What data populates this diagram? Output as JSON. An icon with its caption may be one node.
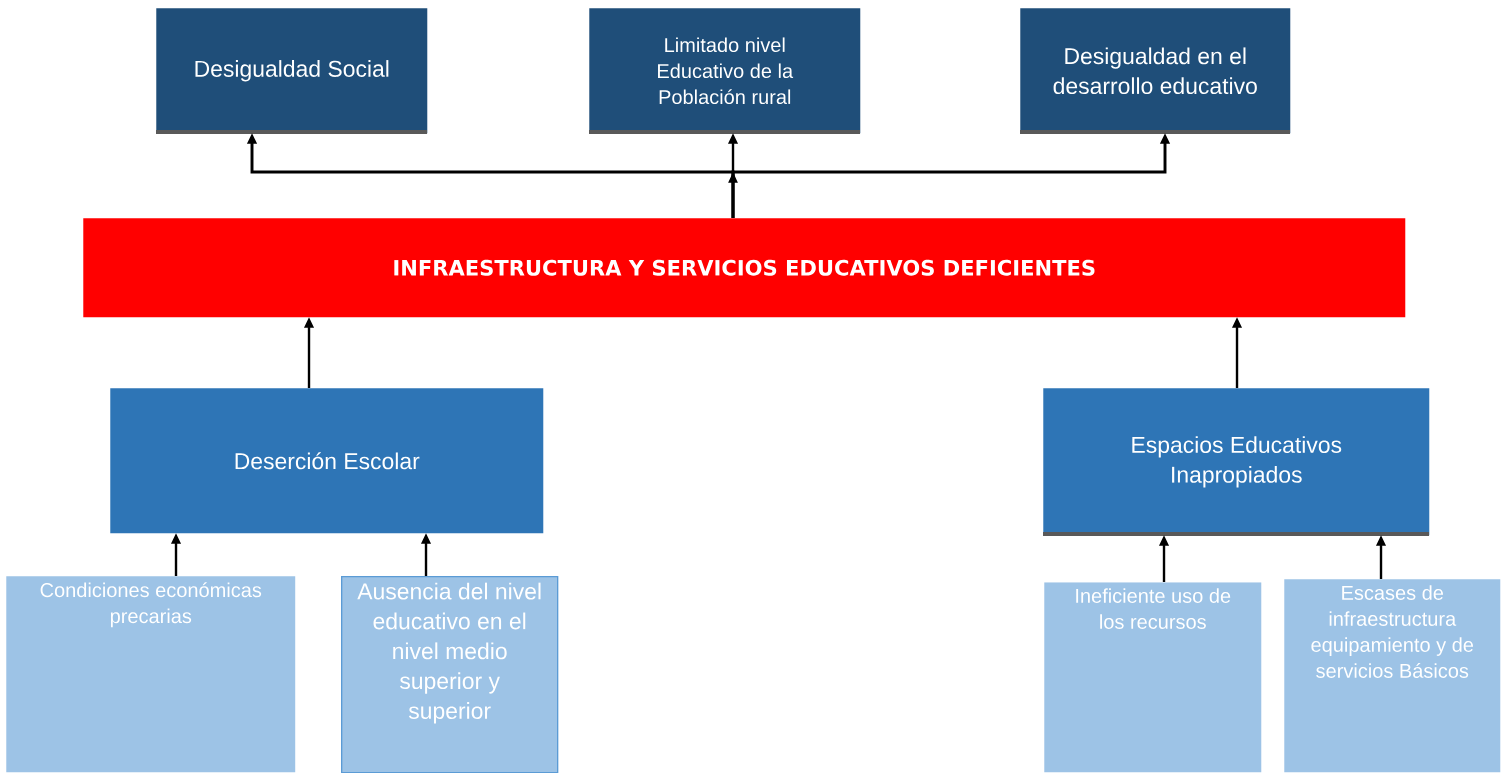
{
  "diagram": {
    "nodes": [
      {
        "text": [
          "Desigualdad Social"
        ]
      },
      {
        "text": [
          "Limitado nivel Educativo de la Población rural"
        ]
      },
      {
        "text": [
          "Desigualdad en el desarrollo educativo"
        ]
      },
      {
        "text": [
          "INFRAESTRUCTURA Y SERVICIOS EDUCATIVOS DEFICIENTES"
        ]
      },
      {
        "text": [
          "Deserción Escolar"
        ]
      },
      {
        "text": [
          "Espacios Educativos Inapropiados"
        ]
      },
      {
        "text": [
          "Condiciones económicas precarias"
        ]
      },
      {
        "text": [
          "Ausencia del nivel educativo en el nivel medio superior y superior"
        ]
      },
      {
        "text": [
          "Ineficiente uso de los recursos"
        ]
      },
      {
        "text": [
          "Escases de infraestructura equipamiento y de servicios Básicos"
        ]
      }
    ],
    "edges": [
      {
        "from": 3,
        "to": 0,
        "arrow": "to"
      },
      {
        "from": 3,
        "to": 1,
        "arrow": "to"
      },
      {
        "from": 3,
        "to": 2,
        "arrow": "to"
      },
      {
        "from": 4,
        "to": 3,
        "arrow": "to"
      },
      {
        "from": 5,
        "to": 3,
        "arrow": "to"
      },
      {
        "from": 6,
        "to": 4,
        "arrow": "to"
      },
      {
        "from": 7,
        "to": 4,
        "arrow": "to"
      },
      {
        "from": 8,
        "to": 5,
        "arrow": "to"
      },
      {
        "from": 9,
        "to": 5,
        "arrow": "to"
      }
    ]
  }
}
